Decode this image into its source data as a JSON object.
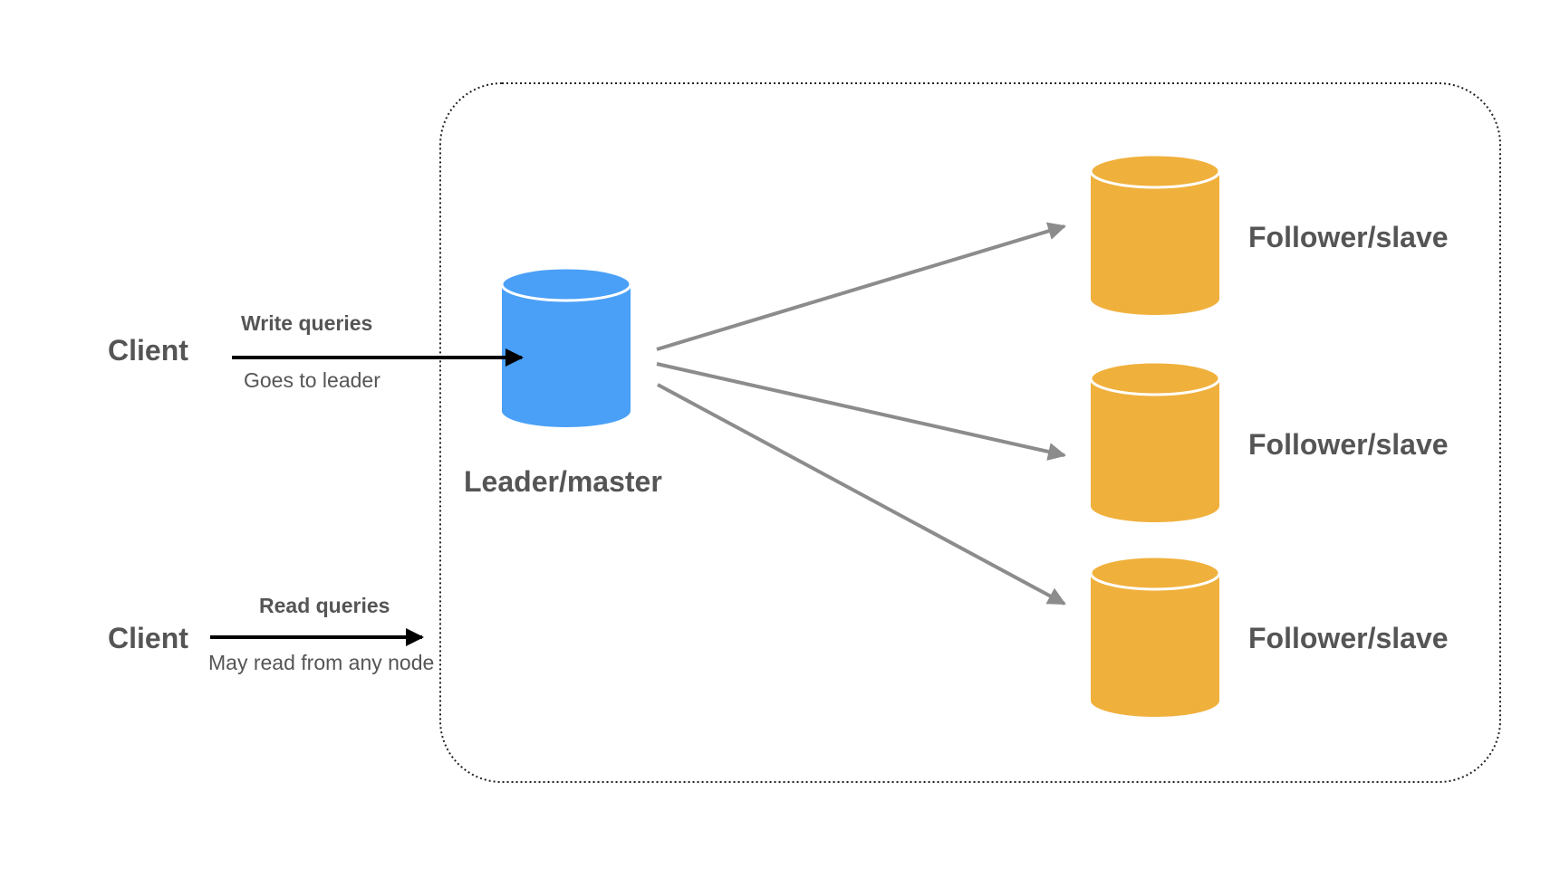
{
  "clients": {
    "writer_label": "Client",
    "reader_label": "Client"
  },
  "write_flow": {
    "title": "Write queries",
    "caption": "Goes to leader"
  },
  "read_flow": {
    "title": "Read queries",
    "caption": "May read from any node"
  },
  "leader": {
    "label": "Leader/master",
    "color": "#4aa0f7"
  },
  "followers": {
    "color": "#f0b03c",
    "items": [
      {
        "label": "Follower/slave"
      },
      {
        "label": "Follower/slave"
      },
      {
        "label": "Follower/slave"
      }
    ]
  },
  "colors": {
    "label_text": "#555555",
    "client_arrow": "#000000",
    "replication_arrow": "#8c8c8c",
    "cluster_border": "#222222"
  }
}
